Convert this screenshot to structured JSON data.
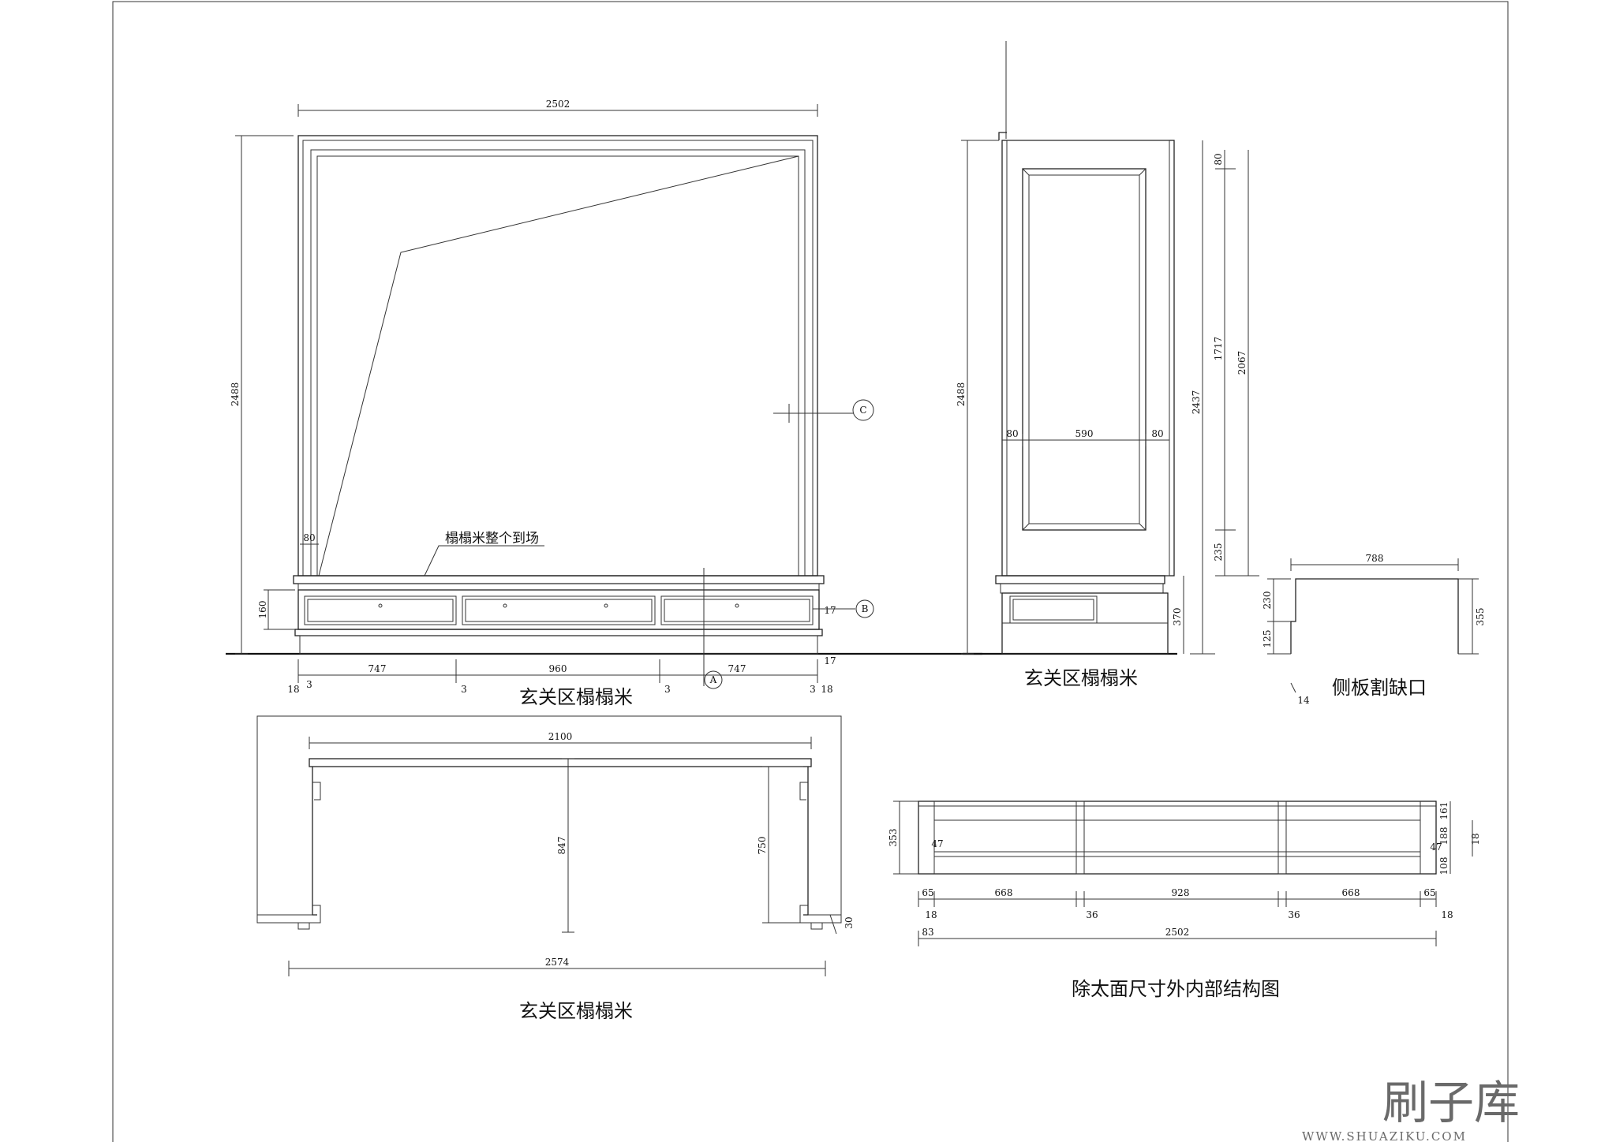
{
  "drawing": {
    "front_title": "玄关区榻榻米",
    "side_title": "玄关区榻榻米",
    "plan_title": "玄关区榻榻米",
    "notch_title": "侧板割缺口",
    "structure_title": "除太面尺寸外内部结构图",
    "annotation": "榻榻米整个到场",
    "markers": {
      "a": "A",
      "b": "B",
      "c": "C"
    }
  },
  "dimensions": {
    "front": {
      "width_top": "2502",
      "height_left": "2488",
      "frame": "80",
      "drawer_h": "160",
      "bottom": [
        "747",
        "960",
        "747"
      ],
      "gap": "3",
      "edge": "18",
      "side_gap": "17",
      "side_gap2": "17"
    },
    "side": {
      "height_left": "2488",
      "panel": [
        "80",
        "590",
        "80"
      ],
      "right_inner": [
        "80",
        "1717",
        "235"
      ],
      "right_total": "2437",
      "right_outer": "2067",
      "base": "370"
    },
    "notch": {
      "width": "788",
      "h1": "230",
      "h2": "125",
      "right": "355",
      "bottom": "14"
    },
    "plan": {
      "top": "2100",
      "bottom": "2574",
      "depth": "847",
      "inner": "750",
      "leg": "30"
    },
    "structure": {
      "left_h": "353",
      "seg": [
        "65",
        "668",
        "928",
        "668",
        "65"
      ],
      "thin": [
        "18",
        "36",
        "36",
        "18"
      ],
      "total": "2502",
      "offset": "83",
      "small": "47",
      "right": [
        "161",
        "188",
        "108"
      ],
      "right_edge": "18"
    }
  },
  "watermark": {
    "logo": "刷子库",
    "url": "WWW.SHUAZIKU.COM"
  }
}
